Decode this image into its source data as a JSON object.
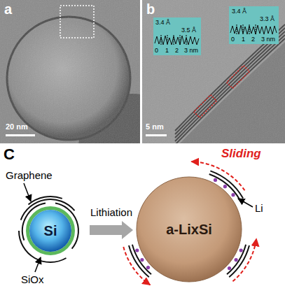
{
  "diagram": {
    "nodes": [
      {
        "text": [
          "Si"
        ]
      },
      {
        "text": [
          "a-LixSi"
        ]
      }
    ],
    "edges": [
      {
        "from": 0,
        "to": 1,
        "arrow": "to",
        "label": "Lithiation"
      }
    ],
    "labels": [
      "a",
      "20 nm",
      "b",
      "3.4 Å",
      "3.5 Å",
      "0",
      "1",
      "2",
      "3 nm",
      "3.4 Å",
      "3.3 Å",
      "0",
      "1",
      "2",
      "3 nm",
      "5 nm",
      "C",
      "Graphene",
      "SiOx",
      "Li",
      "Sliding"
    ]
  }
}
